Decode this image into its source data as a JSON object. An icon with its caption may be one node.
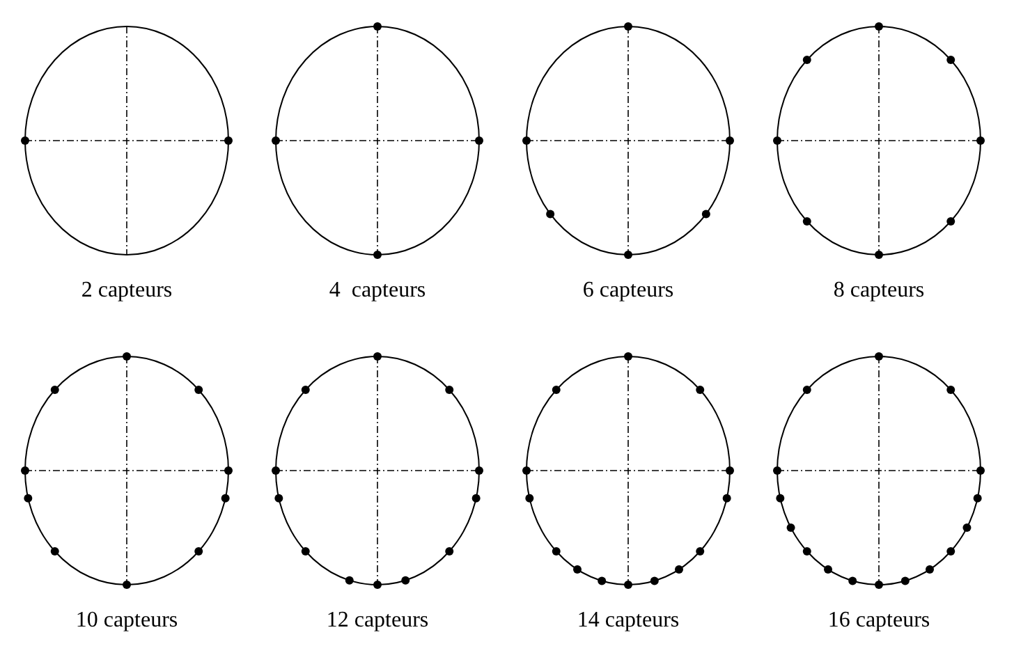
{
  "diagram": {
    "nodes": [
      {
        "text": [],
        "shape": "circle",
        "beside": [
          "2 capteurs"
        ]
      },
      {
        "text": [],
        "shape": "circle",
        "beside": [
          "4  capteurs"
        ]
      },
      {
        "text": [],
        "shape": "circle",
        "beside": [
          "6 capteurs"
        ]
      },
      {
        "text": [],
        "shape": "circle",
        "beside": [
          "8 capteurs"
        ]
      },
      {
        "text": [],
        "shape": "circle",
        "beside": [
          "10 capteurs"
        ]
      },
      {
        "text": [],
        "shape": "circle",
        "beside": [
          "12 capteurs"
        ]
      },
      {
        "text": [],
        "shape": "circle",
        "beside": [
          "14 capteurs"
        ]
      },
      {
        "text": [],
        "shape": "circle",
        "beside": [
          "16 capteurs"
        ]
      }
    ]
  }
}
